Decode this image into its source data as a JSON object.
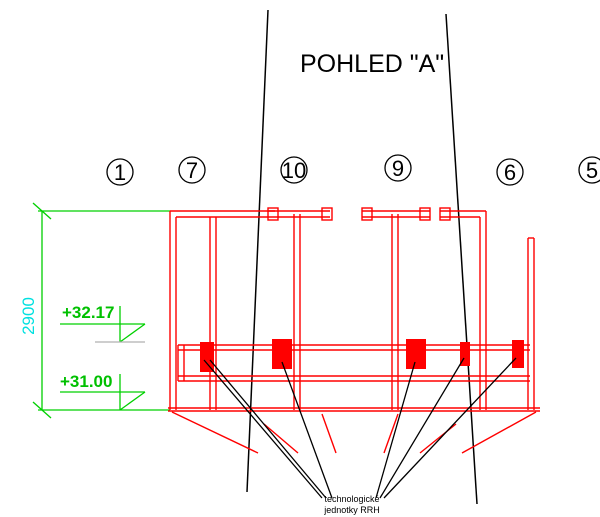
{
  "view_title": "POHLED \"A\"",
  "column_markers": [
    {
      "id": "1",
      "label": "1"
    },
    {
      "id": "7",
      "label": "7"
    },
    {
      "id": "10",
      "label": "10"
    },
    {
      "id": "9",
      "label": "9"
    },
    {
      "id": "6",
      "label": "6"
    },
    {
      "id": "5",
      "label": "5"
    }
  ],
  "elevations": [
    {
      "label": "+32.17"
    },
    {
      "label": "+31.00"
    }
  ],
  "dimension": {
    "label": "2900"
  },
  "note": {
    "line1": "technologické",
    "line2": "jednotky RRH"
  },
  "colors": {
    "structure": "#ff0000",
    "dimension_lines": "#00d000",
    "dimension_text": "#00e0e0",
    "ink": "#000000"
  }
}
